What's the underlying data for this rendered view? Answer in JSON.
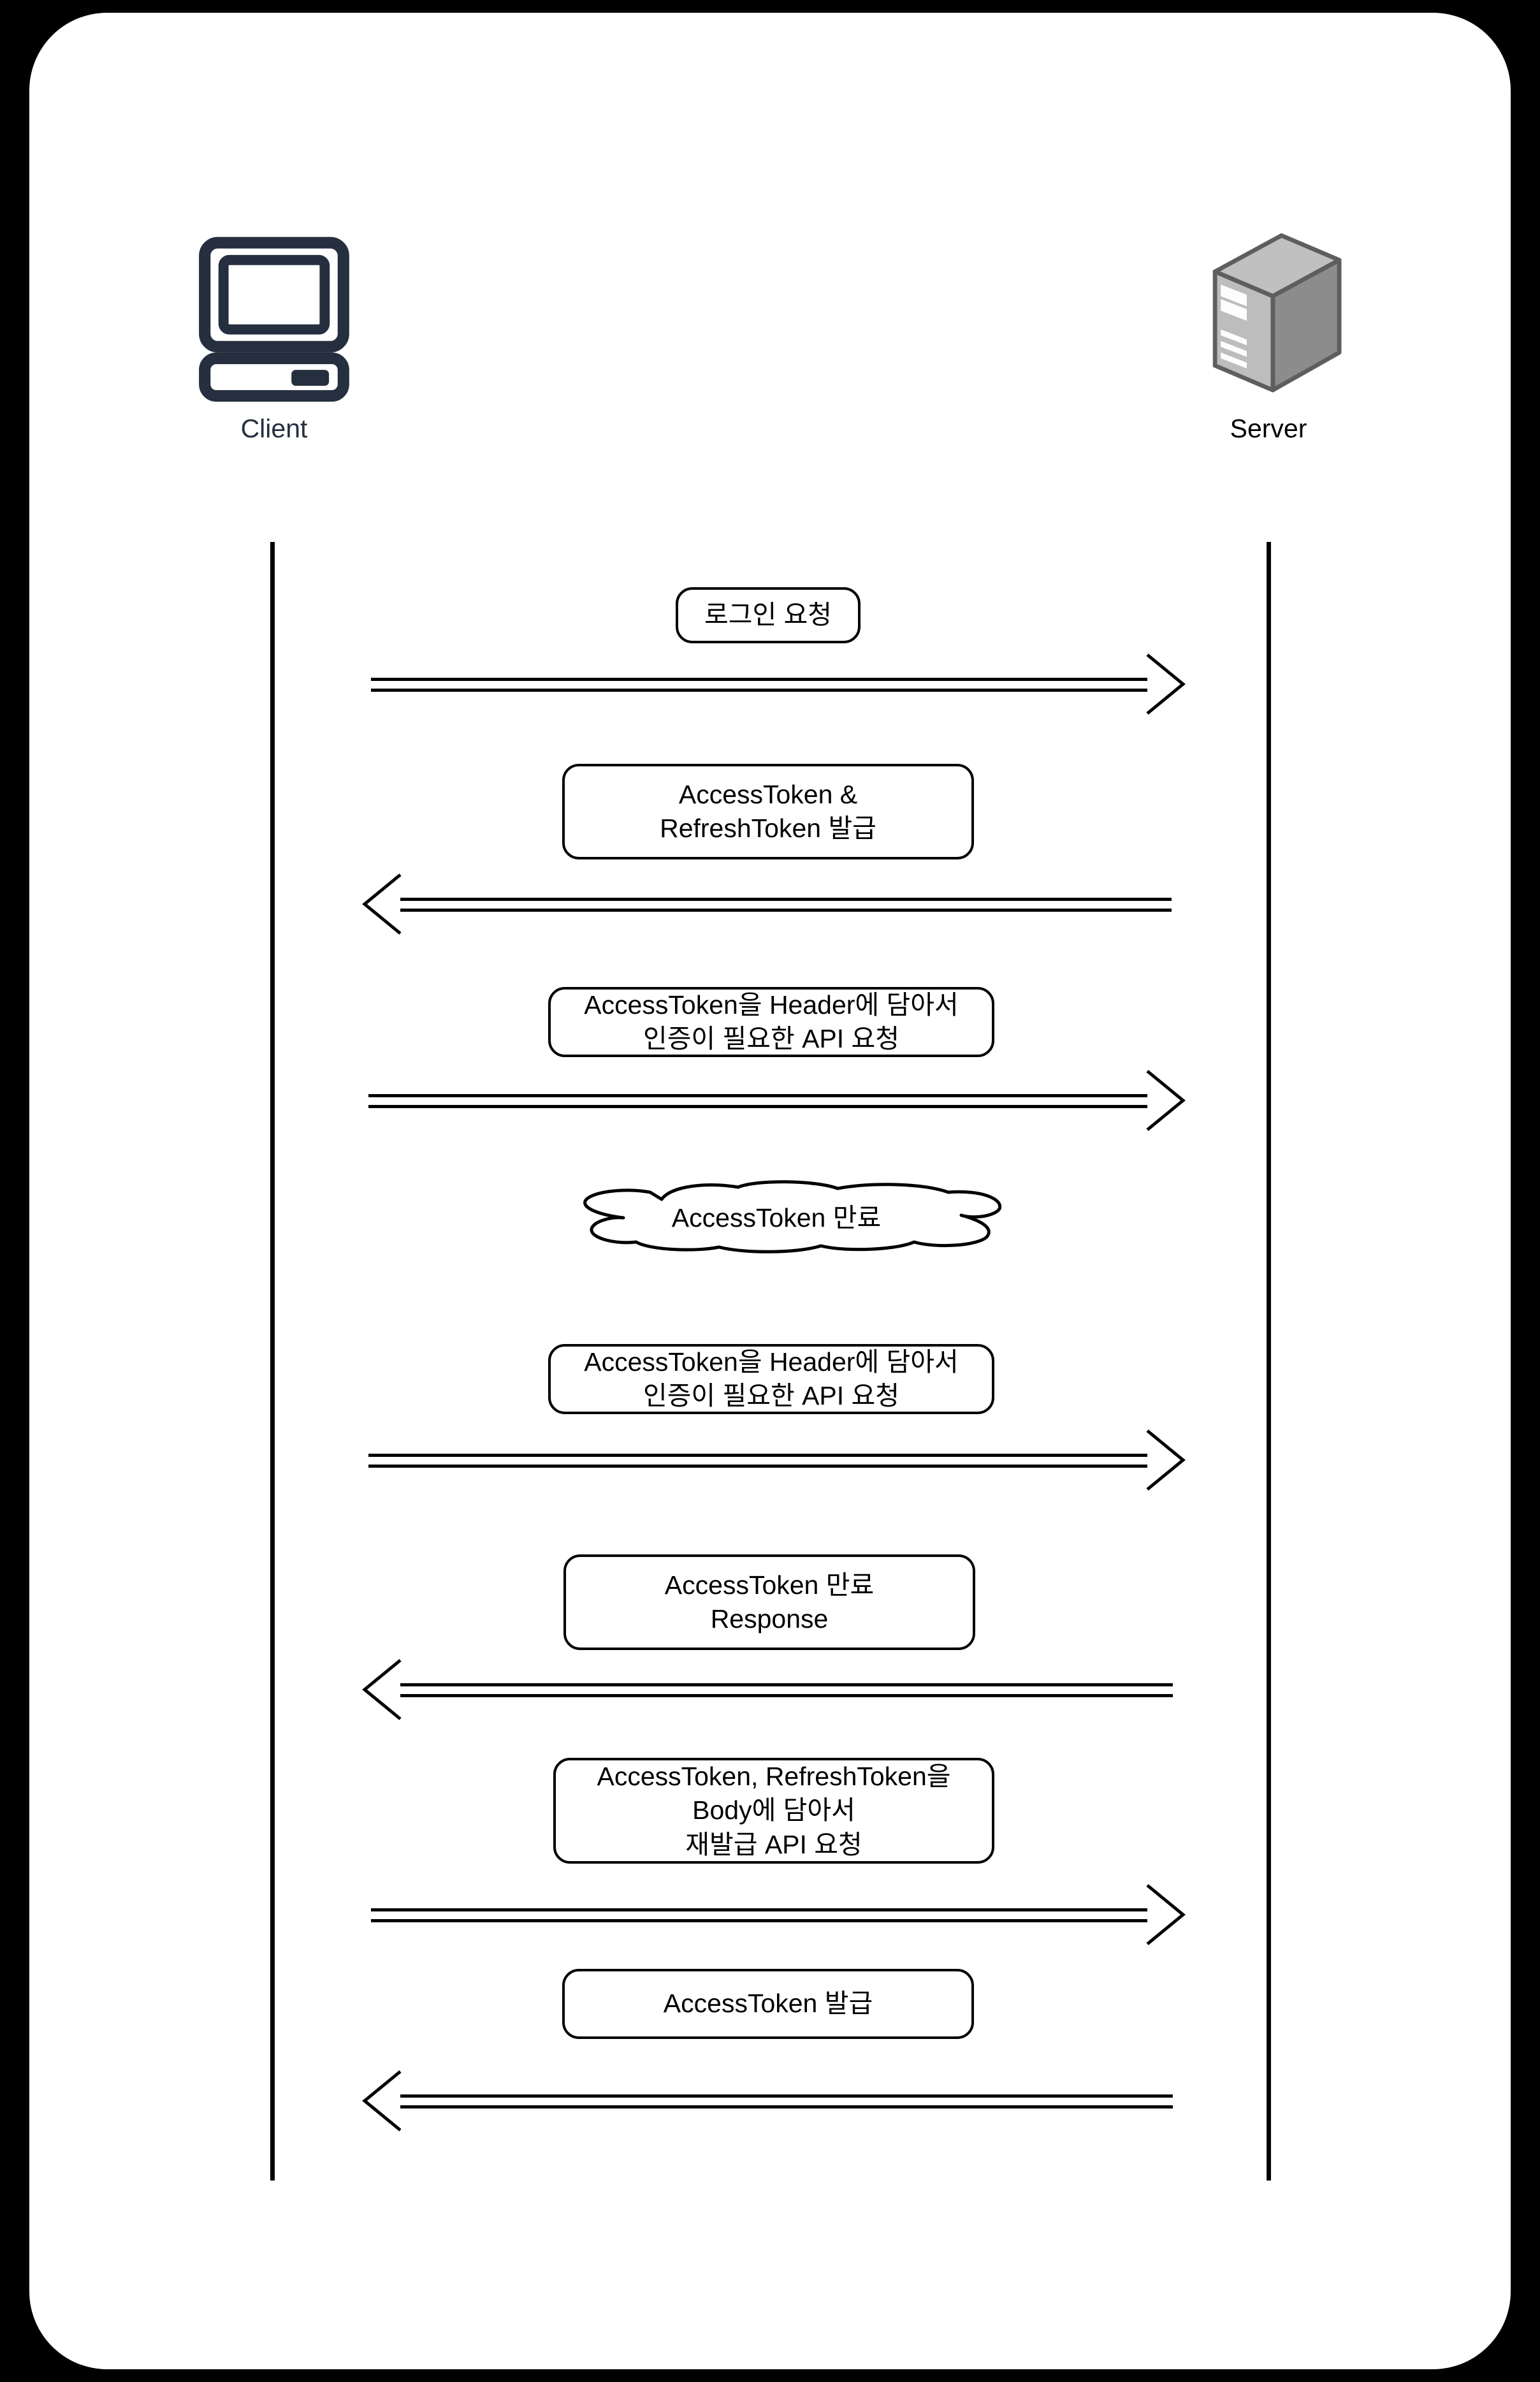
{
  "diagram": {
    "title": "JWT AccessToken / RefreshToken sequence diagram",
    "background_color": "#000000",
    "card_color": "#ffffff",
    "stroke_color": "#000000"
  },
  "actors": [
    {
      "id": "client",
      "label": "Client",
      "icon": "desktop-computer-icon",
      "color": "#252F3F",
      "lifeline": true
    },
    {
      "id": "server",
      "label": "Server",
      "icon": "server-tower-icon",
      "color": "#000000",
      "lifeline": true
    }
  ],
  "messages": [
    {
      "index": 1,
      "direction": "right",
      "shape": "rounded-rect",
      "lines": [
        "로그인 요청"
      ]
    },
    {
      "index": 2,
      "direction": "left",
      "shape": "rounded-rect",
      "lines": [
        "AccessToken &",
        "RefreshToken 발급"
      ]
    },
    {
      "index": 3,
      "direction": "right",
      "shape": "rounded-rect",
      "lines": [
        "AccessToken을 Header에 담아서",
        "인증이 필요한 API 요청"
      ]
    },
    {
      "index": 4,
      "direction": "none",
      "shape": "cloud",
      "lines": [
        "AccessToken 만료"
      ]
    },
    {
      "index": 5,
      "direction": "right",
      "shape": "rounded-rect",
      "lines": [
        "AccessToken을 Header에 담아서",
        "인증이 필요한 API 요청"
      ]
    },
    {
      "index": 6,
      "direction": "left",
      "shape": "rounded-rect",
      "lines": [
        "AccessToken 만료",
        "Response"
      ]
    },
    {
      "index": 7,
      "direction": "right",
      "shape": "rounded-rect",
      "lines": [
        "AccessToken, RefreshToken을",
        "Body에 담아서",
        "재발급 API 요청"
      ]
    },
    {
      "index": 8,
      "direction": "left",
      "shape": "rounded-rect",
      "lines": [
        "AccessToken 발급"
      ]
    }
  ]
}
